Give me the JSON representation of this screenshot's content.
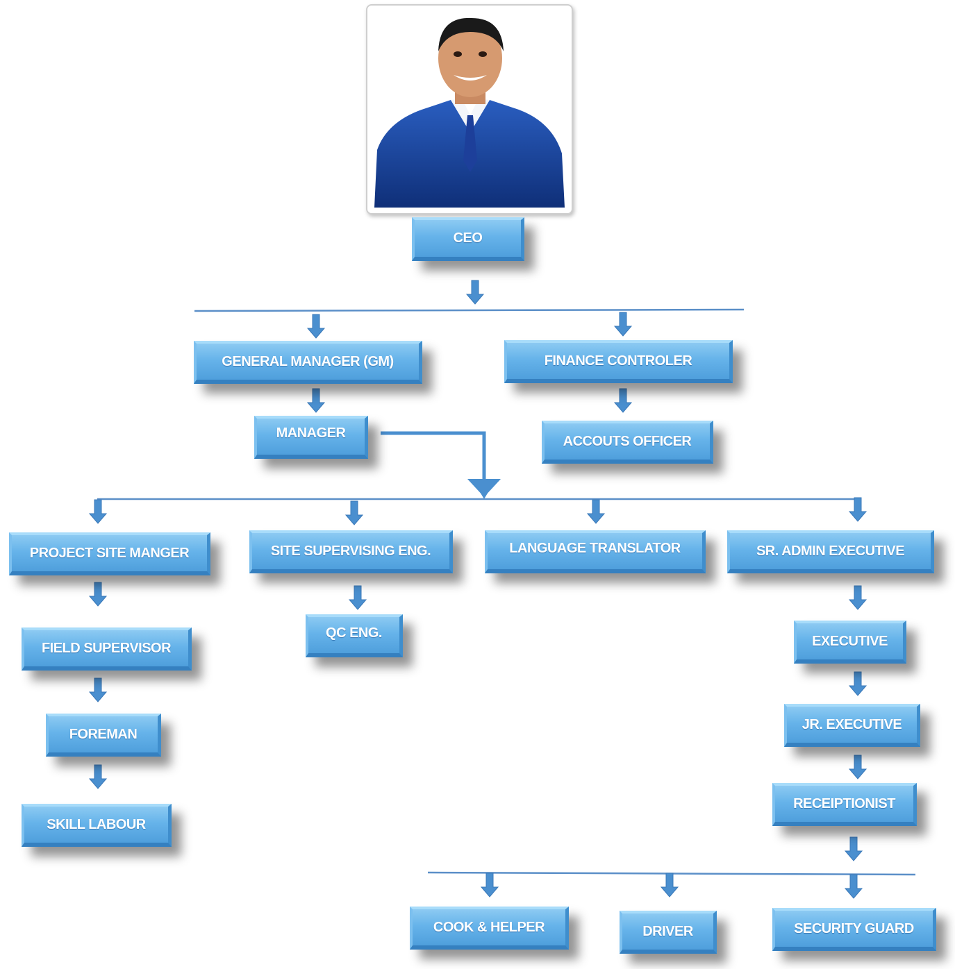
{
  "colors": {
    "box_fill": "#66b3ea",
    "arrow": "#4a8fcf",
    "line": "#5b8fc8",
    "text": "#ffffff"
  },
  "ceo_photo": {
    "icon": "ceo-portrait-image"
  },
  "positions": {
    "ceo": "CEO",
    "general_manager": "GENERAL MANAGER (GM)",
    "finance_controller": "FINANCE CONTROLER",
    "manager": "MANAGER",
    "accounts_officer": "ACCOUTS OFFICER",
    "project_site_manager": "PROJECT SITE MANGER",
    "site_supervising_eng": "SITE SUPERVISING ENG.",
    "language_translator": "LANGUAGE TRANSLATOR",
    "sr_admin_executive": "SR. ADMIN EXECUTIVE",
    "field_supervisor": "FIELD SUPERVISOR",
    "qc_eng": "QC ENG.",
    "executive": "EXECUTIVE",
    "foreman": "FOREMAN",
    "jr_executive": "JR. EXECUTIVE",
    "skill_labour": "SKILL LABOUR",
    "receptionist": "RECEIPTIONIST",
    "cook_helper": "COOK & HELPER",
    "driver": "DRIVER",
    "security_guard": "SECURITY GUARD"
  }
}
